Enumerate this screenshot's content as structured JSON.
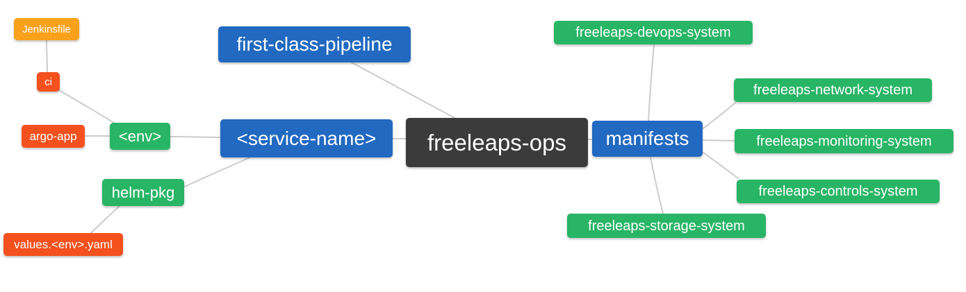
{
  "diagram": {
    "type": "mindmap",
    "root_id": "freeleaps_ops",
    "nodes": {
      "jenkinsfile": {
        "label": "Jenkinsfile",
        "color": "#F9A11B"
      },
      "ci": {
        "label": "ci",
        "color": "#F4511E"
      },
      "argo_app": {
        "label": "argo-app",
        "color": "#F4511E"
      },
      "env": {
        "label": "<env>",
        "color": "#28B566"
      },
      "helm_pkg": {
        "label": "helm-pkg",
        "color": "#28B566"
      },
      "values_env_yaml": {
        "label": "values.<env>.yaml",
        "color": "#F4511E"
      },
      "first_class_pipeline": {
        "label": "first-class-pipeline",
        "color": "#2169C1"
      },
      "service_name": {
        "label": "<service-name>",
        "color": "#2169C1"
      },
      "freeleaps_ops": {
        "label": "freeleaps-ops",
        "color": "#3B3B3B"
      },
      "manifests": {
        "label": "manifests",
        "color": "#2169C1"
      },
      "devops_system": {
        "label": "freeleaps-devops-system",
        "color": "#28B566"
      },
      "network_system": {
        "label": "freeleaps-network-system",
        "color": "#28B566"
      },
      "monitoring_system": {
        "label": "freeleaps-monitoring-system",
        "color": "#28B566"
      },
      "controls_system": {
        "label": "freeleaps-controls-system",
        "color": "#28B566"
      },
      "storage_system": {
        "label": "freeleaps-storage-system",
        "color": "#28B566"
      }
    },
    "edges": [
      {
        "from": "jenkinsfile",
        "to": "ci"
      },
      {
        "from": "ci",
        "to": "env"
      },
      {
        "from": "argo_app",
        "to": "env"
      },
      {
        "from": "env",
        "to": "service_name"
      },
      {
        "from": "service_name",
        "to": "helm_pkg"
      },
      {
        "from": "helm_pkg",
        "to": "values_env_yaml"
      },
      {
        "from": "first_class_pipeline",
        "to": "freeleaps_ops"
      },
      {
        "from": "service_name",
        "to": "freeleaps_ops"
      },
      {
        "from": "freeleaps_ops",
        "to": "manifests"
      },
      {
        "from": "manifests",
        "to": "devops_system"
      },
      {
        "from": "manifests",
        "to": "network_system"
      },
      {
        "from": "manifests",
        "to": "monitoring_system"
      },
      {
        "from": "manifests",
        "to": "controls_system"
      },
      {
        "from": "manifests",
        "to": "storage_system"
      }
    ],
    "colors": {
      "background": "#FFFFFF",
      "edge": "#CCCCCC",
      "node_text": "#FFFFFF",
      "amber": "#F9A11B",
      "deep_orange": "#F4511E",
      "green": "#28B566",
      "blue": "#2169C1",
      "dark": "#3B3B3B"
    }
  }
}
